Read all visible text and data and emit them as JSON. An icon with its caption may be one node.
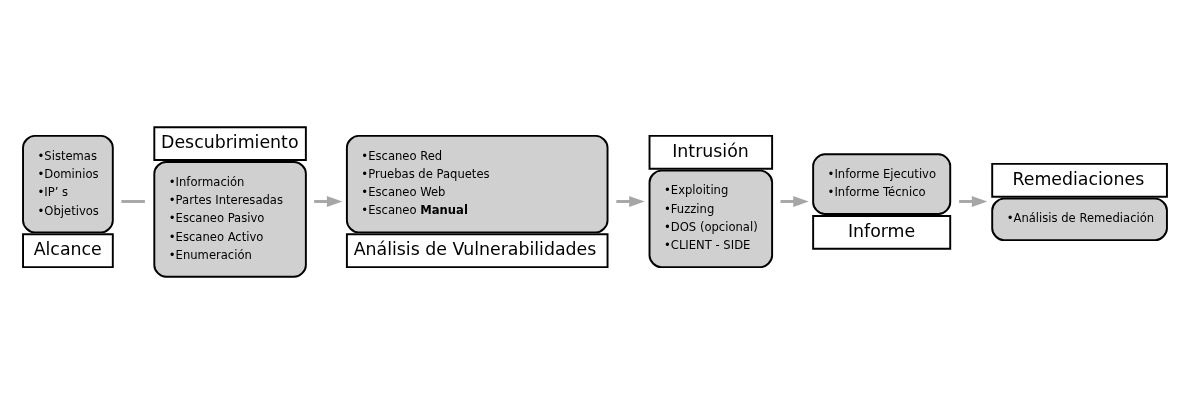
{
  "diagram": {
    "nodes": [
      {
        "text": [
          "•Sistemas",
          "•Dominios",
          "•IP’ s",
          "•Objetivos",
          "Alcance"
        ]
      },
      {
        "text": [
          "Descubrimiento",
          "•Información",
          "•Partes Interesadas",
          "•Escaneo Pasivo",
          "•Escaneo Activo",
          "•Enumeración"
        ]
      },
      {
        "text": [
          "•Escaneo Red",
          "•Pruebas de Paquetes",
          "•Escaneo Web",
          "•Escaneo **Manual**",
          "Análisis de Vulnerabilidades"
        ]
      },
      {
        "text": [
          "Intrusión",
          "•Exploiting",
          "•Fuzzing",
          "•DOS (opcional)",
          "•CLIENT - SIDE"
        ]
      },
      {
        "text": [
          "•Informe Ejecutivo",
          "•Informe Técnico",
          "Informe"
        ]
      },
      {
        "text": [
          "Remediaciones",
          "•Análisis de Remediación"
        ]
      }
    ],
    "edges": [
      {
        "from": 0,
        "to": 1,
        "arrow": "none"
      },
      {
        "from": 1,
        "to": 2,
        "arrow": "to"
      },
      {
        "from": 2,
        "to": 3,
        "arrow": "to"
      },
      {
        "from": 3,
        "to": 4,
        "arrow": "to"
      },
      {
        "from": 4,
        "to": 5,
        "arrow": "to"
      }
    ]
  }
}
